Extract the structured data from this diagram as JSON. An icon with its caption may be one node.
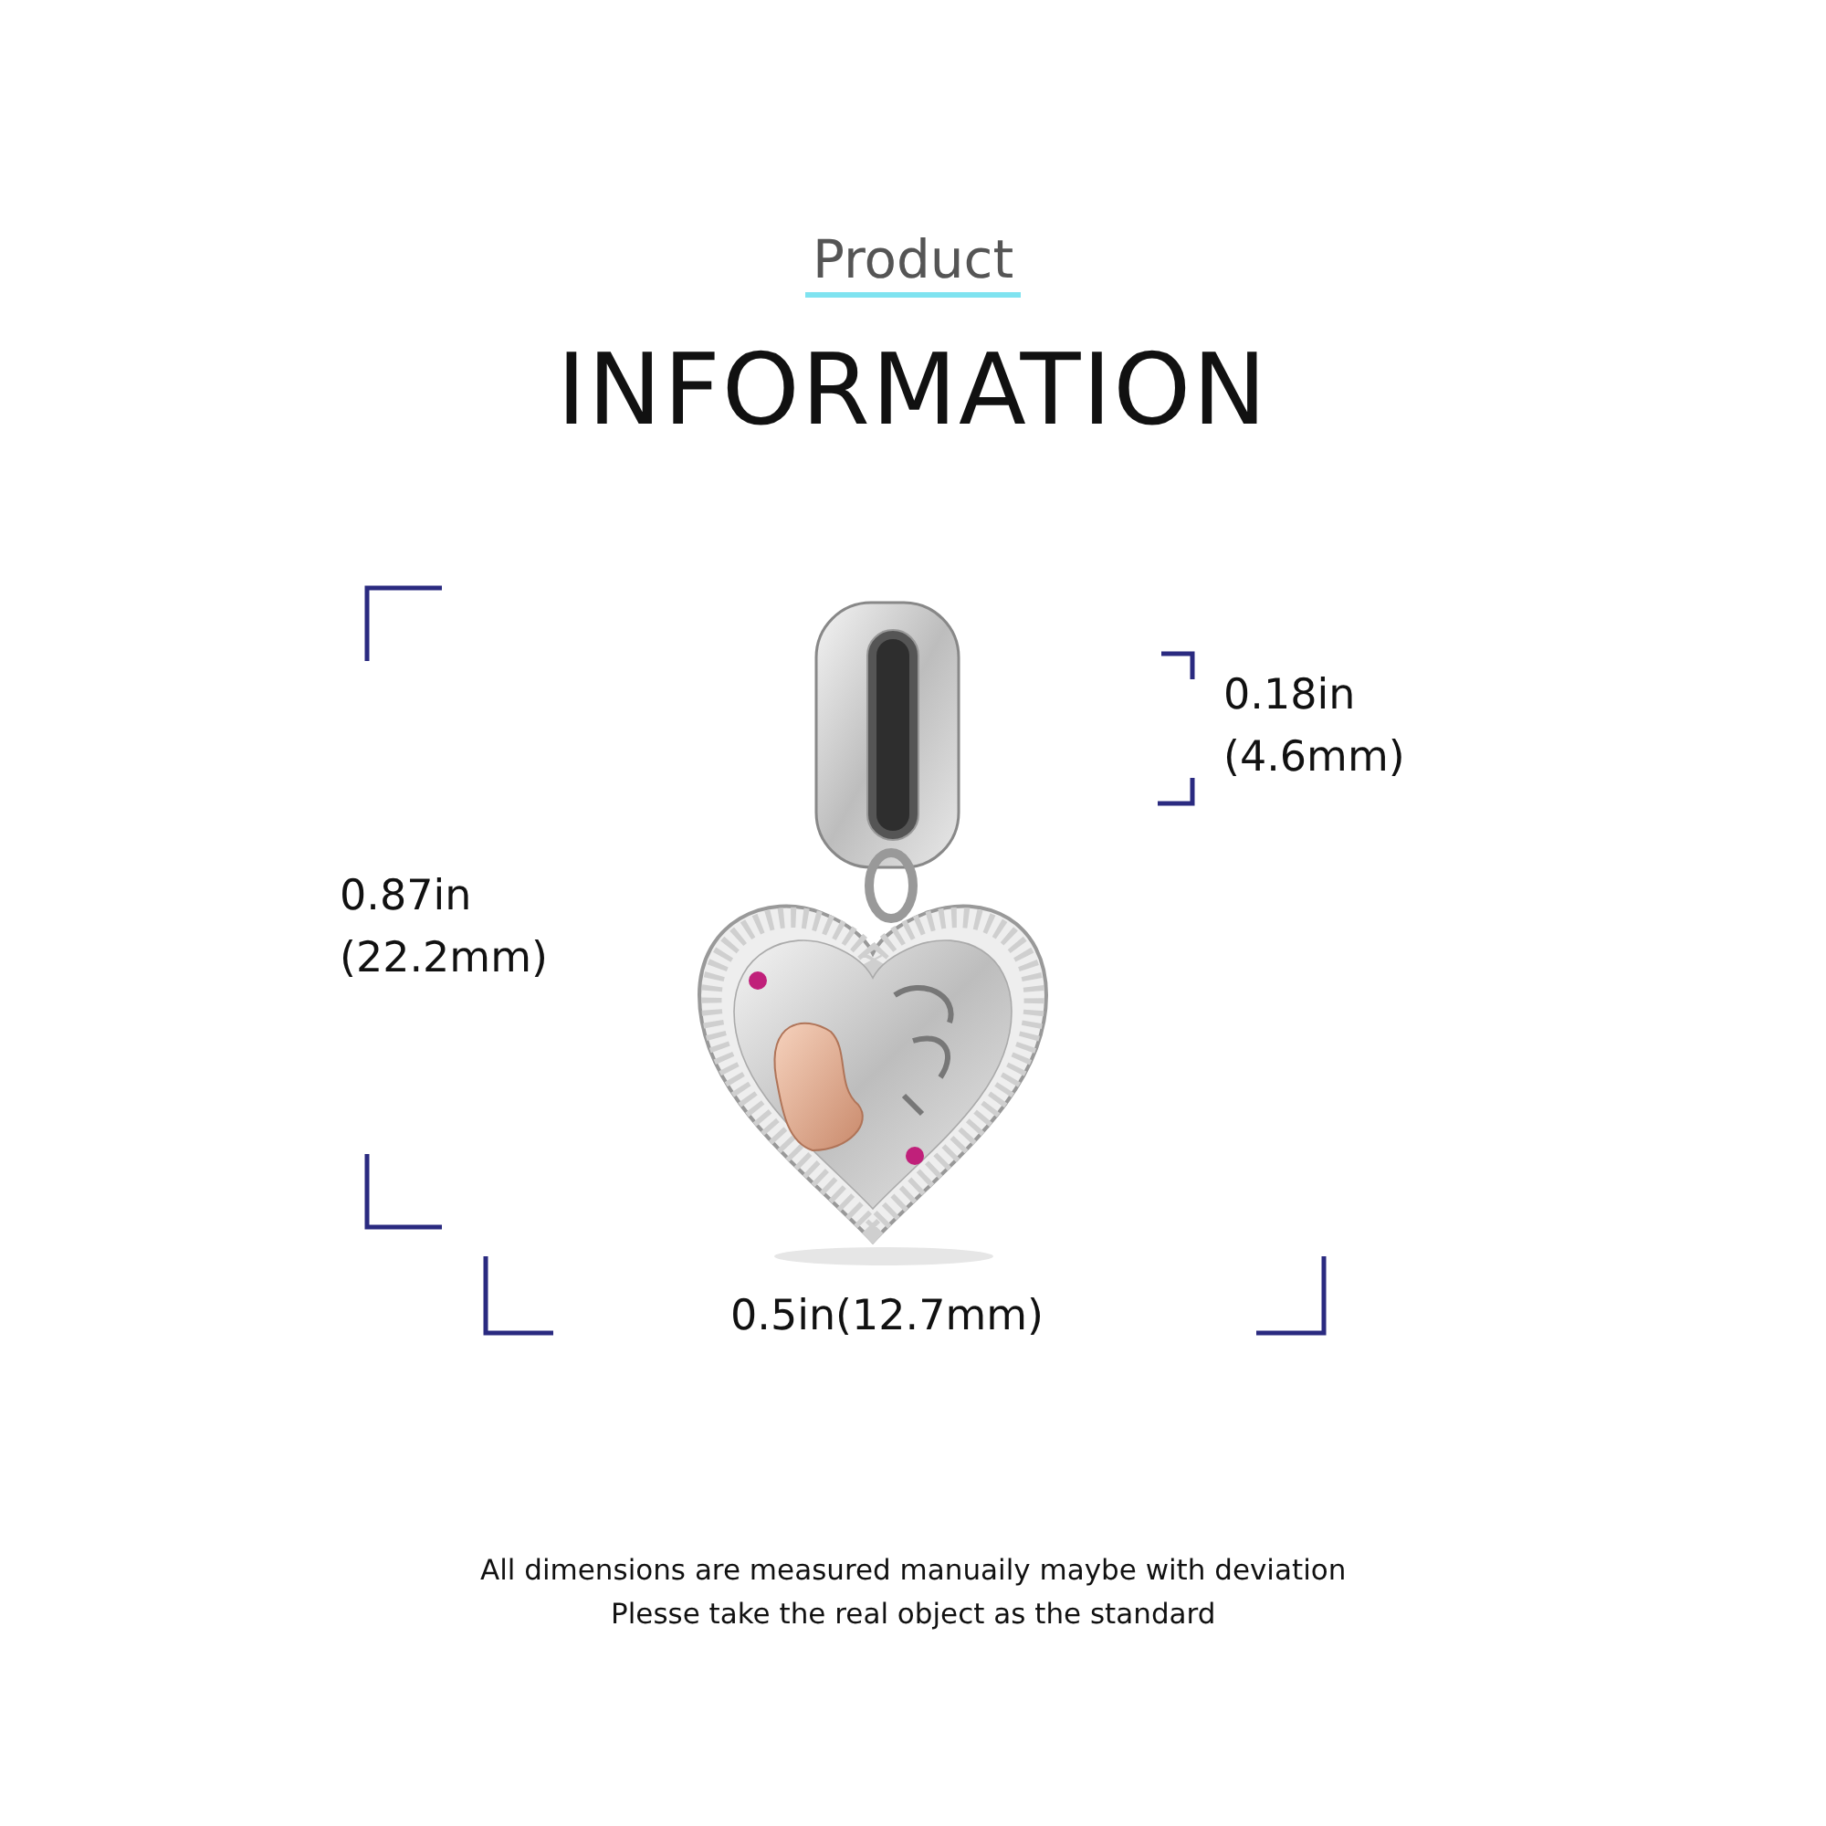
{
  "diagram": {
    "title": "Product",
    "labels": [
      "INFORMATION",
      "0.18in (4.6mm)",
      "0.87in (22.2mm)",
      "0.5in(12.7mm)",
      "All dimensions are measured manuaily maybe with deviation",
      "Plesse take the real object as the standard"
    ]
  }
}
